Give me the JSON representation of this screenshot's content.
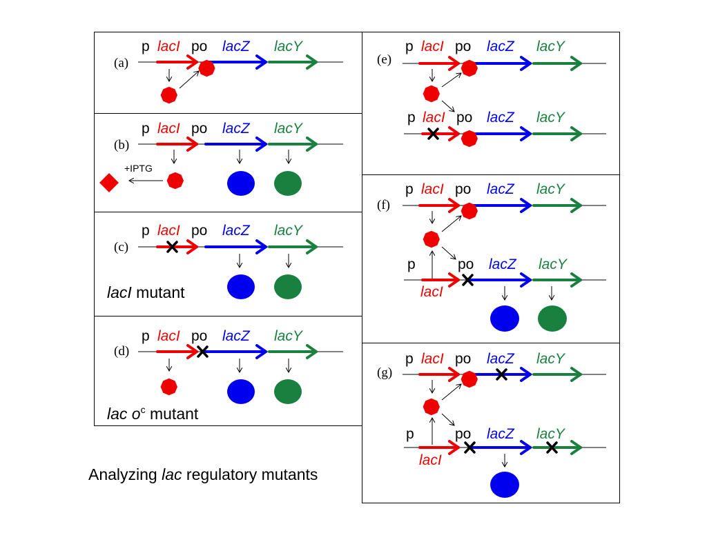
{
  "colors": {
    "lacI": "#ee0000",
    "lacZ": "#0000ee",
    "lacY": "#1a8040",
    "repressor": "#ee0000",
    "beta_gal": "#0000ee",
    "permease": "#1a8040",
    "mark": "#000000"
  },
  "genes": {
    "p": "p",
    "lacI": "lacI",
    "po": "po",
    "lacZ": "lacZ",
    "lacY": "lacY"
  },
  "panels": {
    "a": {
      "label": "(a)"
    },
    "b": {
      "label": "(b)",
      "inducer": "+IPTG"
    },
    "c": {
      "label": "(c)",
      "mutant_italic": "lacI",
      "mutant_rest": " mutant"
    },
    "d": {
      "label": "(d)",
      "mutant_italic": "lac o",
      "mutant_sup": "c",
      "mutant_rest": " mutant"
    },
    "e": {
      "label": "(e)"
    },
    "f": {
      "label": "(f)"
    },
    "g": {
      "label": "(g)"
    }
  },
  "caption": {
    "pre": "Analyzing ",
    "italic": "lac",
    "post": " regulatory mutants"
  }
}
